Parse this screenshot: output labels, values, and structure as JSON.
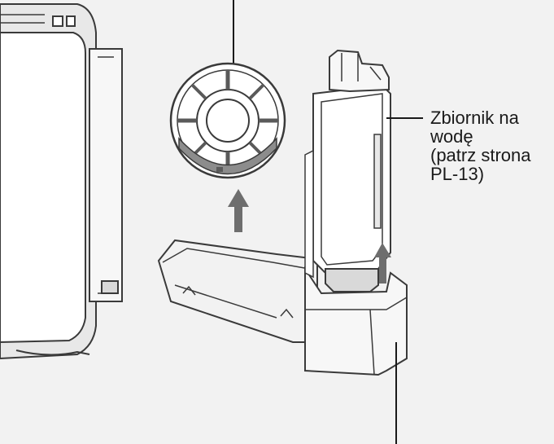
{
  "labels": {
    "water_tank": {
      "lines": [
        "Zbiornik na",
        "wodę",
        "(patrz strona",
        "PL-13)"
      ]
    }
  },
  "colors": {
    "background": "#f2f2f2",
    "line": "#3a3a3a",
    "fill_light": "#ffffff",
    "fill_mid": "#d9d9d9",
    "fill_dark": "#8c8c8c",
    "arrow": "#6e6e6e"
  }
}
